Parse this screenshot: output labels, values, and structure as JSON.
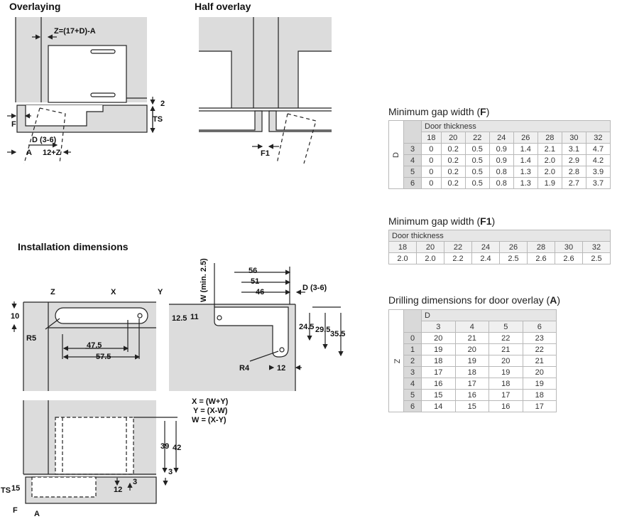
{
  "diagrams": {
    "overlaying": {
      "title": "Overlaying",
      "labels": {
        "formula": "Z=(17+D)-A",
        "two": "2",
        "ts": "TS",
        "f": "F",
        "d": "D (3-6)",
        "a": "A",
        "twelve_z": "12+Z"
      }
    },
    "half_overlay": {
      "title": "Half overlay",
      "labels": {
        "f1": "F1"
      }
    },
    "installation": {
      "title": "Installation dimensions",
      "left_labels": {
        "z": "Z",
        "x": "X",
        "y": "Y",
        "ten": "10",
        "r5": "R5",
        "d47": "47.5",
        "d57": "57.5"
      },
      "right_labels": {
        "w": "W (min. 2.5)",
        "d56": "56",
        "d51": "51",
        "d46": "46",
        "d": "D (3-6)",
        "d12_5": "12.5",
        "d11": "11",
        "d24_5": "24.5",
        "d29_5": "29.5",
        "d35_5": "35.5",
        "r4": "R4",
        "d12": "12"
      },
      "formulas": [
        "X = (W+Y)",
        "Y = (X-W)",
        "W = (X-Y)"
      ],
      "bottom_labels": {
        "d39": "39",
        "d42": "42",
        "d3a": "3",
        "d3b": "3",
        "d12": "12",
        "ts": "TS",
        "d15": "15",
        "f": "F",
        "a": "A"
      }
    }
  },
  "tables": {
    "gap_f": {
      "caption_prefix": "Minimum gap width (",
      "caption_bold": "F",
      "caption_suffix": ")",
      "header": "Door thickness",
      "side_label": "D",
      "columns": [
        "18",
        "20",
        "22",
        "24",
        "26",
        "28",
        "30",
        "32"
      ],
      "rows": [
        {
          "key": "3",
          "values": [
            "0",
            "0.2",
            "0.5",
            "0.9",
            "1.4",
            "2.1",
            "3.1",
            "4.7"
          ]
        },
        {
          "key": "4",
          "values": [
            "0",
            "0.2",
            "0.5",
            "0.9",
            "1.4",
            "2.0",
            "2.9",
            "4.2"
          ]
        },
        {
          "key": "5",
          "values": [
            "0",
            "0.2",
            "0.5",
            "0.8",
            "1.3",
            "2.0",
            "2.8",
            "3.9"
          ]
        },
        {
          "key": "6",
          "values": [
            "0",
            "0.2",
            "0.5",
            "0.8",
            "1.3",
            "1.9",
            "2.7",
            "3.7"
          ]
        }
      ]
    },
    "gap_f1": {
      "caption_prefix": "Minimum gap width (",
      "caption_bold": "F1",
      "caption_suffix": ")",
      "header": "Door thickness",
      "columns": [
        "18",
        "20",
        "22",
        "24",
        "26",
        "28",
        "30",
        "32"
      ],
      "values": [
        "2.0",
        "2.0",
        "2.2",
        "2.4",
        "2.5",
        "2.6",
        "2.6",
        "2.5"
      ]
    },
    "drilling_a": {
      "caption_prefix": "Drilling dimensions for door overlay (",
      "caption_bold": "A",
      "caption_suffix": ")",
      "header": "D",
      "side_label": "Z",
      "columns": [
        "3",
        "4",
        "5",
        "6"
      ],
      "rows": [
        {
          "key": "0",
          "values": [
            "20",
            "21",
            "22",
            "23"
          ]
        },
        {
          "key": "1",
          "values": [
            "19",
            "20",
            "21",
            "22"
          ]
        },
        {
          "key": "2",
          "values": [
            "18",
            "19",
            "20",
            "21"
          ]
        },
        {
          "key": "3",
          "values": [
            "17",
            "18",
            "19",
            "20"
          ]
        },
        {
          "key": "4",
          "values": [
            "16",
            "17",
            "18",
            "19"
          ]
        },
        {
          "key": "5",
          "values": [
            "15",
            "16",
            "17",
            "18"
          ]
        },
        {
          "key": "6",
          "values": [
            "14",
            "15",
            "16",
            "17"
          ]
        }
      ]
    }
  },
  "colors": {
    "panel": "#dcdcdc",
    "line": "#222222",
    "header_bg": "#e6e6e6",
    "rowhead_bg": "#d9d9d9"
  }
}
